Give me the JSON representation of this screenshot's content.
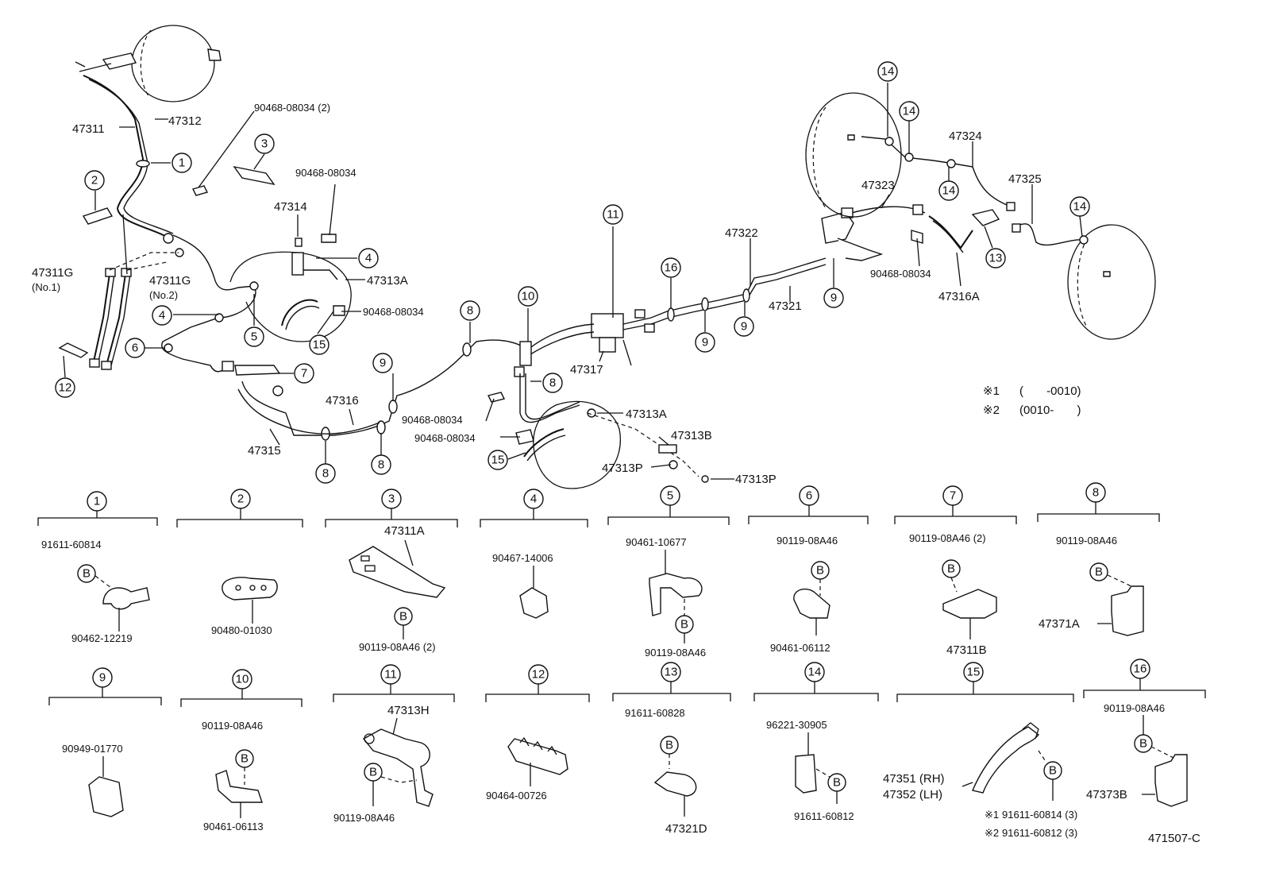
{
  "callouts": {
    "c1": "1",
    "c2": "2",
    "c3": "3",
    "c4": "4",
    "c5": "5",
    "c6": "6",
    "c7": "7",
    "c8": "8",
    "c9": "9",
    "c10": "10",
    "c11": "11",
    "c12": "12",
    "c13": "13",
    "c14": "14",
    "c15": "15",
    "c16": "16"
  },
  "top_labels": {
    "p47311": "47311",
    "p47312": "47312",
    "p90468_2": "90468-08034 (2)",
    "p90468_a": "90468-08034",
    "p47314": "47314",
    "p47311G_1": "47311G",
    "no1": "(No.1)",
    "p47311G_2": "47311G",
    "no2": "(No.2)",
    "p47313A_a": "47313A",
    "p90468_b": "90468-08034",
    "p47316": "47316",
    "p47315": "47315",
    "p90468_c": "90468-08034",
    "p90468_d": "90468-08034",
    "p47317": "47317",
    "p47313A_b": "47313A",
    "p47313B": "47313B",
    "p47313P_a": "47313P",
    "p47313P_b": "47313P",
    "p47322": "47322",
    "p47321": "47321",
    "p47323": "47323",
    "p47324": "47324",
    "p47325": "47325",
    "p90468_e": "90468-08034",
    "p47316A": "47316A"
  },
  "notes": {
    "n1_mark": "※1",
    "n1_range": "(       -0010)",
    "n2_mark": "※2",
    "n2_range": "(0010-       )"
  },
  "bolt_letter": "B",
  "detail_labels": {
    "d1_a": "91611-60814",
    "d1_b": "90462-12219",
    "d2_a": "90480-01030",
    "d3_a": "47311A",
    "d3_b": "90119-08A46 (2)",
    "d4_a": "90467-14006",
    "d5_a": "90461-10677",
    "d5_b": "90119-08A46",
    "d6_a": "90119-08A46",
    "d6_b": "90461-06112",
    "d7_a": "90119-08A46 (2)",
    "d7_b": "47311B",
    "d8_a": "90119-08A46",
    "d8_b": "47371A",
    "d9_a": "90949-01770",
    "d10_a": "90119-08A46",
    "d10_b": "90461-06113",
    "d11_a": "47313H",
    "d11_b": "90119-08A46",
    "d12_a": "90464-00726",
    "d13_a": "91611-60828",
    "d13_b": "47321D",
    "d14_a": "96221-30905",
    "d14_b": "91611-60812",
    "d15_a": "47351 (RH)",
    "d15_b": "47352 (LH)",
    "d15_c": "※1",
    "d15_d": "91611-60814 (3)",
    "d15_e": "※2",
    "d15_f": "91611-60812 (3)",
    "d16_a": "90119-08A46",
    "d16_b": "47373B"
  },
  "figure_code": "471507-C"
}
